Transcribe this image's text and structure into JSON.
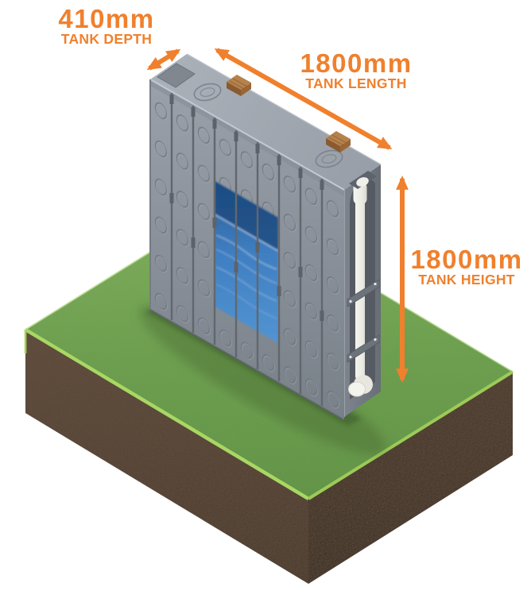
{
  "meta": {
    "description": "Isometric product diagram of a slimline rainwater tank standing on a grass and soil block with orange dimension arrows"
  },
  "annotations": {
    "depth": {
      "value": "410mm",
      "label": "TANK DEPTH"
    },
    "length": {
      "value": "1800mm",
      "label": "TANK LENGTH"
    },
    "height": {
      "value": "1800mm",
      "label": "TANK HEIGHT"
    }
  },
  "colors": {
    "accent": "#F0802D",
    "tank_body": "#8D939C",
    "tank_top": "#A0A6AE",
    "tank_side": "#757B84",
    "water": "#3F7FC2",
    "pipe": "#EFEFE9",
    "timber": "#B0763F",
    "grass": "#6F9F4E",
    "grass_edge": "#A8D763",
    "soil": "#57453A"
  }
}
